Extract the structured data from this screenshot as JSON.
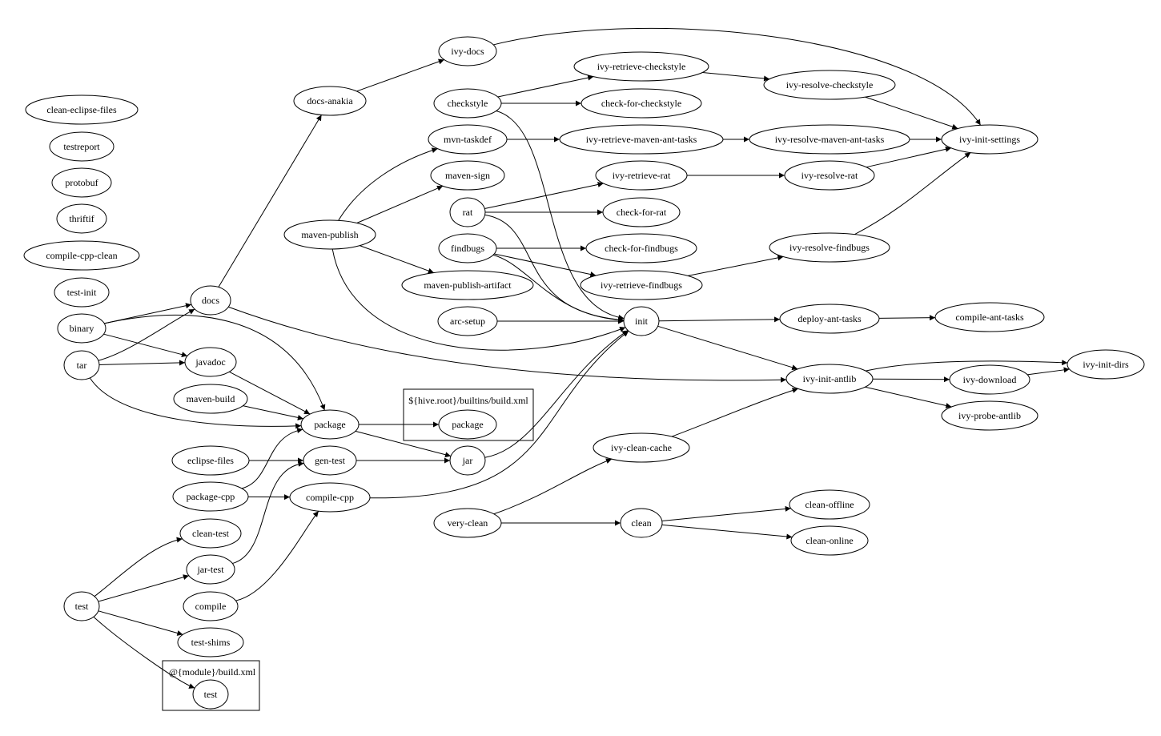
{
  "diagram": {
    "clusters": [
      {
        "id": "hive_builtins",
        "label": "${hive.root}/builtins/build.xml"
      },
      {
        "id": "module_build",
        "label": "@{module}/build.xml"
      }
    ],
    "nodes": [
      {
        "id": "clean-eclipse-files",
        "label": "clean-eclipse-files"
      },
      {
        "id": "testreport",
        "label": "testreport"
      },
      {
        "id": "protobuf",
        "label": "protobuf"
      },
      {
        "id": "thriftif",
        "label": "thriftif"
      },
      {
        "id": "compile-cpp-clean",
        "label": "compile-cpp-clean"
      },
      {
        "id": "test-init",
        "label": "test-init"
      },
      {
        "id": "binary",
        "label": "binary"
      },
      {
        "id": "tar",
        "label": "tar"
      },
      {
        "id": "docs",
        "label": "docs"
      },
      {
        "id": "javadoc",
        "label": "javadoc"
      },
      {
        "id": "maven-build",
        "label": "maven-build"
      },
      {
        "id": "eclipse-files",
        "label": "eclipse-files"
      },
      {
        "id": "package-cpp",
        "label": "package-cpp"
      },
      {
        "id": "clean-test",
        "label": "clean-test"
      },
      {
        "id": "jar-test",
        "label": "jar-test"
      },
      {
        "id": "compile",
        "label": "compile"
      },
      {
        "id": "test",
        "label": "test"
      },
      {
        "id": "test-shims",
        "label": "test-shims"
      },
      {
        "id": "test-module",
        "label": "test"
      },
      {
        "id": "docs-anakia",
        "label": "docs-anakia"
      },
      {
        "id": "maven-publish",
        "label": "maven-publish"
      },
      {
        "id": "package",
        "label": "package"
      },
      {
        "id": "gen-test",
        "label": "gen-test"
      },
      {
        "id": "compile-cpp",
        "label": "compile-cpp"
      },
      {
        "id": "ivy-docs",
        "label": "ivy-docs"
      },
      {
        "id": "checkstyle",
        "label": "checkstyle"
      },
      {
        "id": "mvn-taskdef",
        "label": "mvn-taskdef"
      },
      {
        "id": "maven-sign",
        "label": "maven-sign"
      },
      {
        "id": "rat",
        "label": "rat"
      },
      {
        "id": "findbugs",
        "label": "findbugs"
      },
      {
        "id": "maven-publish-artifact",
        "label": "maven-publish-artifact"
      },
      {
        "id": "arc-setup",
        "label": "arc-setup"
      },
      {
        "id": "package-builtins",
        "label": "package"
      },
      {
        "id": "jar",
        "label": "jar"
      },
      {
        "id": "very-clean",
        "label": "very-clean"
      },
      {
        "id": "ivy-retrieve-checkstyle",
        "label": "ivy-retrieve-checkstyle"
      },
      {
        "id": "check-for-checkstyle",
        "label": "check-for-checkstyle"
      },
      {
        "id": "ivy-retrieve-maven-ant-tasks",
        "label": "ivy-retrieve-maven-ant-tasks"
      },
      {
        "id": "ivy-retrieve-rat",
        "label": "ivy-retrieve-rat"
      },
      {
        "id": "check-for-rat",
        "label": "check-for-rat"
      },
      {
        "id": "check-for-findbugs",
        "label": "check-for-findbugs"
      },
      {
        "id": "ivy-retrieve-findbugs",
        "label": "ivy-retrieve-findbugs"
      },
      {
        "id": "init",
        "label": "init"
      },
      {
        "id": "ivy-clean-cache",
        "label": "ivy-clean-cache"
      },
      {
        "id": "clean",
        "label": "clean"
      },
      {
        "id": "ivy-resolve-checkstyle",
        "label": "ivy-resolve-checkstyle"
      },
      {
        "id": "ivy-resolve-maven-ant-tasks",
        "label": "ivy-resolve-maven-ant-tasks"
      },
      {
        "id": "ivy-resolve-rat",
        "label": "ivy-resolve-rat"
      },
      {
        "id": "ivy-resolve-findbugs",
        "label": "ivy-resolve-findbugs"
      },
      {
        "id": "deploy-ant-tasks",
        "label": "deploy-ant-tasks"
      },
      {
        "id": "ivy-init-antlib",
        "label": "ivy-init-antlib"
      },
      {
        "id": "clean-offline",
        "label": "clean-offline"
      },
      {
        "id": "clean-online",
        "label": "clean-online"
      },
      {
        "id": "ivy-init-settings",
        "label": "ivy-init-settings"
      },
      {
        "id": "compile-ant-tasks",
        "label": "compile-ant-tasks"
      },
      {
        "id": "ivy-download",
        "label": "ivy-download"
      },
      {
        "id": "ivy-probe-antlib",
        "label": "ivy-probe-antlib"
      },
      {
        "id": "ivy-init-dirs",
        "label": "ivy-init-dirs"
      }
    ],
    "edges": [
      {
        "from": "binary",
        "to": "docs"
      },
      {
        "from": "binary",
        "to": "javadoc"
      },
      {
        "from": "binary",
        "to": "package"
      },
      {
        "from": "tar",
        "to": "docs"
      },
      {
        "from": "tar",
        "to": "javadoc"
      },
      {
        "from": "tar",
        "to": "package"
      },
      {
        "from": "docs",
        "to": "docs-anakia"
      },
      {
        "from": "docs",
        "to": "ivy-init-antlib"
      },
      {
        "from": "javadoc",
        "to": "package"
      },
      {
        "from": "maven-build",
        "to": "package"
      },
      {
        "from": "eclipse-files",
        "to": "gen-test"
      },
      {
        "from": "package-cpp",
        "to": "package"
      },
      {
        "from": "package-cpp",
        "to": "compile-cpp"
      },
      {
        "from": "test",
        "to": "clean-test"
      },
      {
        "from": "test",
        "to": "jar-test"
      },
      {
        "from": "test",
        "to": "test-shims"
      },
      {
        "from": "test",
        "to": "test-module"
      },
      {
        "from": "jar-test",
        "to": "gen-test"
      },
      {
        "from": "compile",
        "to": "compile-cpp"
      },
      {
        "from": "docs-anakia",
        "to": "ivy-docs"
      },
      {
        "from": "ivy-docs",
        "to": "ivy-init-settings"
      },
      {
        "from": "maven-publish",
        "to": "mvn-taskdef"
      },
      {
        "from": "maven-publish",
        "to": "maven-sign"
      },
      {
        "from": "maven-publish",
        "to": "maven-publish-artifact"
      },
      {
        "from": "maven-publish",
        "to": "init"
      },
      {
        "from": "package",
        "to": "package-builtins"
      },
      {
        "from": "package",
        "to": "jar"
      },
      {
        "from": "gen-test",
        "to": "jar"
      },
      {
        "from": "compile-cpp",
        "to": "init"
      },
      {
        "from": "checkstyle",
        "to": "ivy-retrieve-checkstyle"
      },
      {
        "from": "checkstyle",
        "to": "check-for-checkstyle"
      },
      {
        "from": "checkstyle",
        "to": "init"
      },
      {
        "from": "mvn-taskdef",
        "to": "ivy-retrieve-maven-ant-tasks"
      },
      {
        "from": "rat",
        "to": "ivy-retrieve-rat"
      },
      {
        "from": "rat",
        "to": "check-for-rat"
      },
      {
        "from": "rat",
        "to": "init"
      },
      {
        "from": "findbugs",
        "to": "check-for-findbugs"
      },
      {
        "from": "findbugs",
        "to": "ivy-retrieve-findbugs"
      },
      {
        "from": "findbugs",
        "to": "init"
      },
      {
        "from": "arc-setup",
        "to": "init"
      },
      {
        "from": "jar",
        "to": "init"
      },
      {
        "from": "very-clean",
        "to": "ivy-clean-cache"
      },
      {
        "from": "very-clean",
        "to": "clean"
      },
      {
        "from": "ivy-retrieve-checkstyle",
        "to": "ivy-resolve-checkstyle"
      },
      {
        "from": "ivy-retrieve-maven-ant-tasks",
        "to": "ivy-resolve-maven-ant-tasks"
      },
      {
        "from": "ivy-retrieve-rat",
        "to": "ivy-resolve-rat"
      },
      {
        "from": "ivy-retrieve-findbugs",
        "to": "ivy-resolve-findbugs"
      },
      {
        "from": "ivy-resolve-checkstyle",
        "to": "ivy-init-settings"
      },
      {
        "from": "ivy-resolve-maven-ant-tasks",
        "to": "ivy-init-settings"
      },
      {
        "from": "ivy-resolve-rat",
        "to": "ivy-init-settings"
      },
      {
        "from": "ivy-resolve-findbugs",
        "to": "ivy-init-settings"
      },
      {
        "from": "init",
        "to": "deploy-ant-tasks"
      },
      {
        "from": "init",
        "to": "ivy-init-antlib"
      },
      {
        "from": "deploy-ant-tasks",
        "to": "compile-ant-tasks"
      },
      {
        "from": "ivy-clean-cache",
        "to": "ivy-init-antlib"
      },
      {
        "from": "clean",
        "to": "clean-offline"
      },
      {
        "from": "clean",
        "to": "clean-online"
      },
      {
        "from": "ivy-init-antlib",
        "to": "ivy-init-dirs"
      },
      {
        "from": "ivy-init-antlib",
        "to": "ivy-download"
      },
      {
        "from": "ivy-init-antlib",
        "to": "ivy-probe-antlib"
      },
      {
        "from": "ivy-download",
        "to": "ivy-init-dirs"
      }
    ]
  }
}
